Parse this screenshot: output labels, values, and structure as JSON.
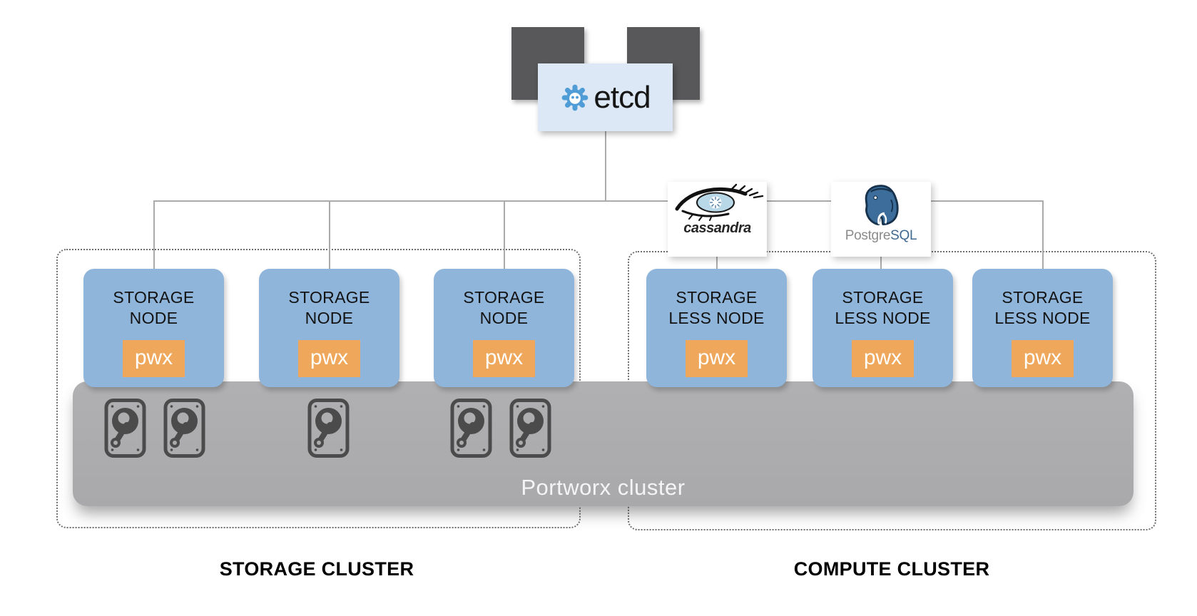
{
  "etcd": {
    "label": "etcd"
  },
  "band": {
    "label": "Portworx cluster"
  },
  "clusters": {
    "storage": {
      "label": "STORAGE CLUSTER",
      "nodes": [
        {
          "line1": "STORAGE",
          "line2": "NODE",
          "badge": "pwx",
          "disks": 2
        },
        {
          "line1": "STORAGE",
          "line2": "NODE",
          "badge": "pwx",
          "disks": 1
        },
        {
          "line1": "STORAGE",
          "line2": "NODE",
          "badge": "pwx",
          "disks": 2
        }
      ]
    },
    "compute": {
      "label": "COMPUTE CLUSTER",
      "nodes": [
        {
          "line1": "STORAGE",
          "line2": "LESS NODE",
          "badge": "pwx"
        },
        {
          "line1": "STORAGE",
          "line2": "LESS NODE",
          "badge": "pwx"
        },
        {
          "line1": "STORAGE",
          "line2": "LESS NODE",
          "badge": "pwx"
        }
      ],
      "apps": [
        {
          "name": "cassandra",
          "label": "cassandra"
        },
        {
          "name": "postgresql",
          "label_gray": "Postgre",
          "label_blue": "SQL"
        }
      ]
    }
  },
  "colors": {
    "node_blue": "#8fb5da",
    "badge_orange": "#efa75b",
    "band_gray": "#acacac",
    "etcd_bg": "#dce8f5",
    "dark_square": "#58585a",
    "postgres_blue": "#41688f",
    "line_gray": "#aaaaaa"
  }
}
